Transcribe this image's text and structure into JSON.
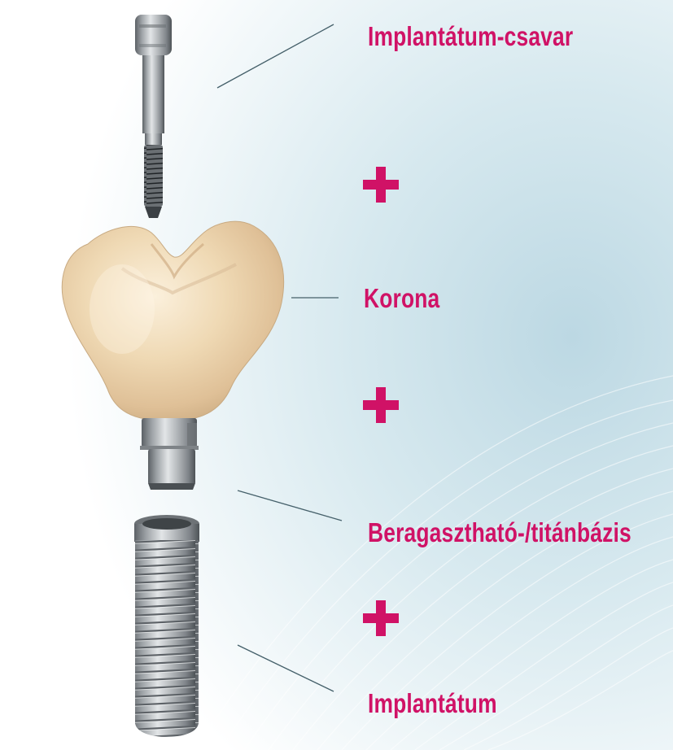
{
  "labels": {
    "screw": "Implantátum-csavar",
    "crown": "Korona",
    "base": "Beragasztható-/titánbázis",
    "implant": "Implantátum"
  },
  "colors": {
    "accent": "#d01266",
    "leader_line": "#45606a",
    "background_tint": "#c9e0e9",
    "crown": "#efd8b2",
    "titanium": "#a4a8ab"
  },
  "icons": {
    "plus": "plus-icon"
  }
}
